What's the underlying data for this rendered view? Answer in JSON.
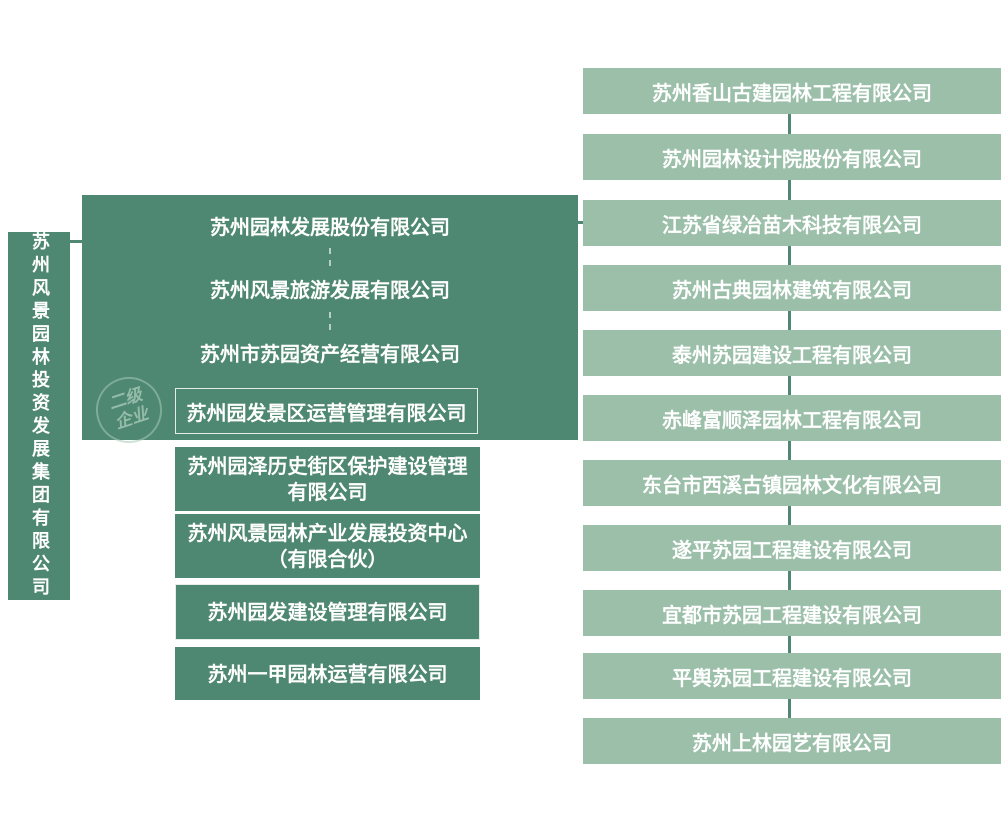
{
  "colors": {
    "dark_green": "#4e8772",
    "light_green": "#9bbfa9",
    "line": "#4e8772"
  },
  "root": {
    "label": "苏州风景园林投资发展集团有限公司"
  },
  "watermark": {
    "label": "二级企业"
  },
  "middle": {
    "panel_items": [
      {
        "label": "苏州园林发展股份有限公司"
      },
      {
        "label": "苏州风景旅游发展有限公司"
      },
      {
        "label": "苏州市苏园资产经营有限公司"
      },
      {
        "label": "苏州园发景区运营管理有限公司"
      }
    ],
    "boxes": [
      {
        "label": "苏州园泽历史街区保护建设管理有限公司"
      },
      {
        "label": "苏州风景园林产业发展投资中心（有限合伙）"
      },
      {
        "label": "苏州园发建设管理有限公司"
      },
      {
        "label": "苏州一甲园林运营有限公司"
      }
    ]
  },
  "right": {
    "items": [
      {
        "label": "苏州香山古建园林工程有限公司"
      },
      {
        "label": "苏州园林设计院股份有限公司"
      },
      {
        "label": "江苏省绿冶苗木科技有限公司"
      },
      {
        "label": "苏州古典园林建筑有限公司"
      },
      {
        "label": "泰州苏园建设工程有限公司"
      },
      {
        "label": "赤峰富顺泽园林工程有限公司"
      },
      {
        "label": "东台市西溪古镇园林文化有限公司"
      },
      {
        "label": "遂平苏园工程建设有限公司"
      },
      {
        "label": "宜都市苏园工程建设有限公司"
      },
      {
        "label": "平舆苏园工程建设有限公司"
      },
      {
        "label": "苏州上林园艺有限公司"
      }
    ]
  }
}
